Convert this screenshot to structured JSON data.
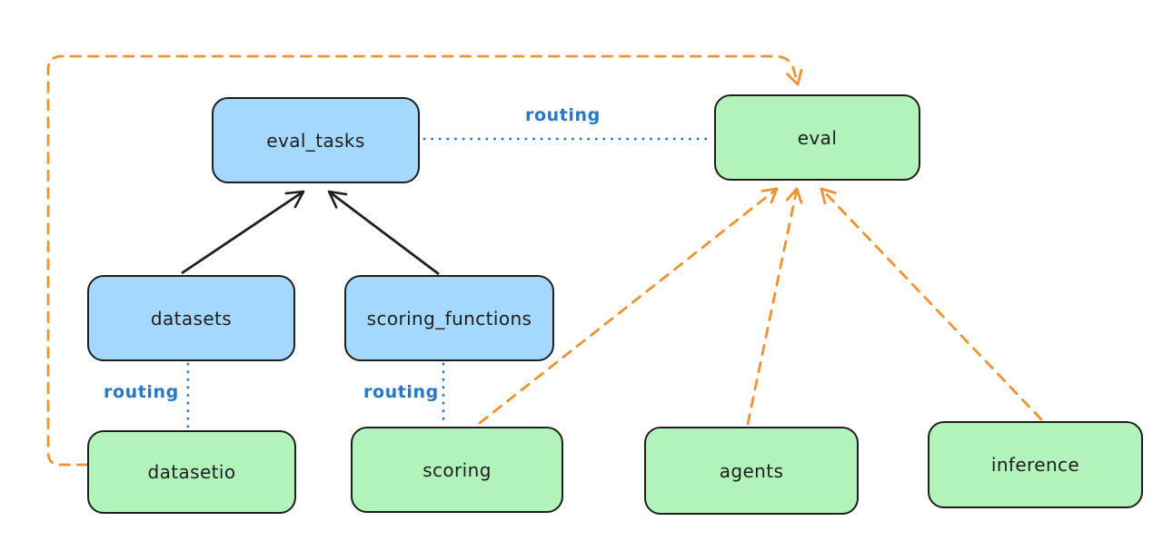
{
  "diagram": {
    "type": "architecture-graph",
    "colors": {
      "blue_fill": "#a5d8ff",
      "green_fill": "#b2f2bb",
      "node_border": "#1e1e1e",
      "orange_edge": "#ee9330",
      "blue_edge": "#2677c8",
      "background": "#ffffff"
    },
    "nodes": [
      {
        "id": "eval_tasks",
        "label": "eval_tasks",
        "fill": "blue"
      },
      {
        "id": "eval",
        "label": "eval",
        "fill": "green"
      },
      {
        "id": "datasets",
        "label": "datasets",
        "fill": "blue"
      },
      {
        "id": "scoring_functions",
        "label": "scoring_functions",
        "fill": "blue"
      },
      {
        "id": "datasetio",
        "label": "datasetio",
        "fill": "green"
      },
      {
        "id": "scoring",
        "label": "scoring",
        "fill": "green"
      },
      {
        "id": "agents",
        "label": "agents",
        "fill": "green"
      },
      {
        "id": "inference",
        "label": "inference",
        "fill": "green"
      }
    ],
    "edge_labels": [
      {
        "text": "routing"
      },
      {
        "text": "routing"
      },
      {
        "text": "routing"
      }
    ],
    "edges": [
      {
        "from": "datasets",
        "to": "eval_tasks",
        "style": "solid",
        "color": "black",
        "arrow": true
      },
      {
        "from": "scoring_functions",
        "to": "eval_tasks",
        "style": "solid",
        "color": "black",
        "arrow": true
      },
      {
        "from": "eval_tasks",
        "to": "eval",
        "style": "dotted",
        "color": "blue",
        "arrow": false,
        "label": "routing"
      },
      {
        "from": "datasets",
        "to": "datasetio",
        "style": "dotted",
        "color": "blue",
        "arrow": false,
        "label": "routing"
      },
      {
        "from": "scoring_functions",
        "to": "scoring",
        "style": "dotted",
        "color": "blue",
        "arrow": false,
        "label": "routing"
      },
      {
        "from": "datasetio",
        "to": "eval",
        "style": "dashed",
        "color": "orange",
        "arrow": true
      },
      {
        "from": "scoring",
        "to": "eval",
        "style": "dashed",
        "color": "orange",
        "arrow": true
      },
      {
        "from": "agents",
        "to": "eval",
        "style": "dashed",
        "color": "orange",
        "arrow": true
      },
      {
        "from": "inference",
        "to": "eval",
        "style": "dashed",
        "color": "orange",
        "arrow": true
      }
    ]
  }
}
